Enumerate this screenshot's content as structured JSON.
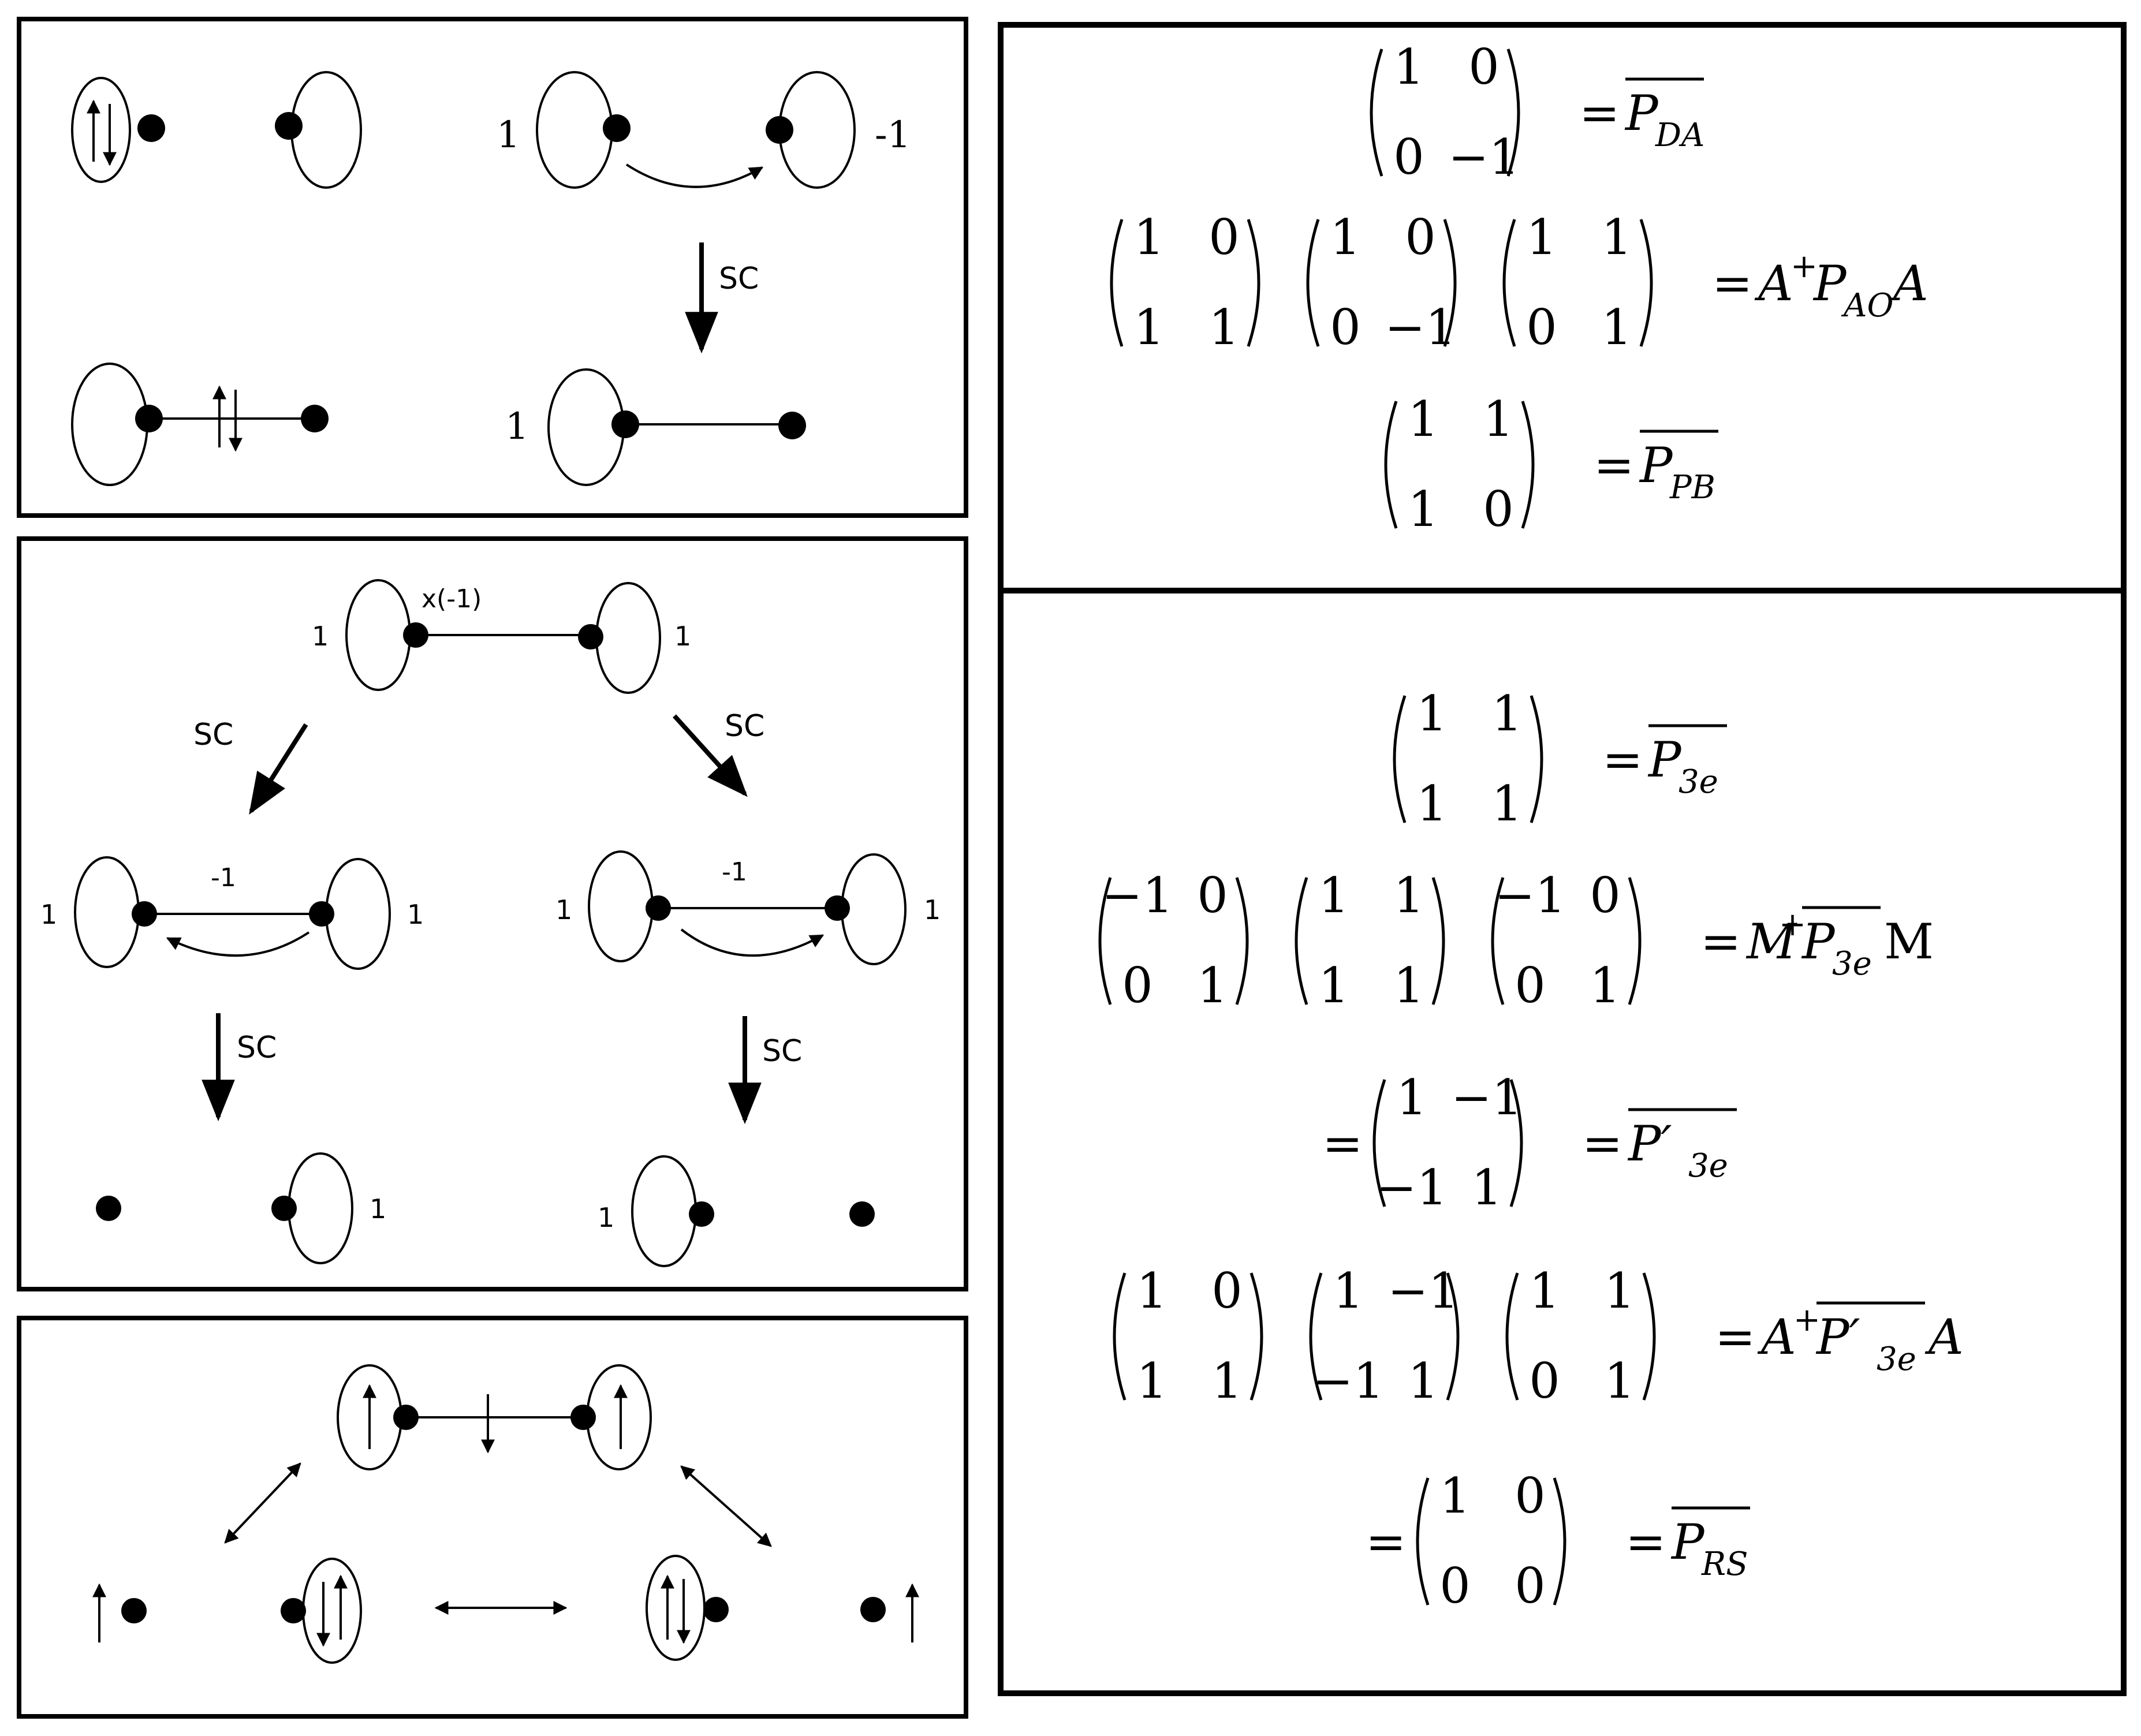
{
  "panel1": {
    "left_charge": "1",
    "right_charge": "-1",
    "arrow_label": "SC",
    "bottom_charge": "1"
  },
  "panel2": {
    "top_left_charge": "1",
    "top_right_charge": "1",
    "top_bond_label": "x(-1)",
    "sc_left": "SC",
    "sc_right": "SC",
    "mid_left": {
      "left_charge": "1",
      "bond": "-1",
      "right_charge": "1"
    },
    "mid_right": {
      "left_charge": "1",
      "bond": "-1",
      "right_charge": "1"
    },
    "sc_down_left": "SC",
    "sc_down_right": "SC",
    "bottom_left_charge": "1",
    "bottom_right_charge": "1"
  },
  "equations_top": {
    "eq1": {
      "matrix": [
        "1",
        "0",
        "0",
        "−1"
      ],
      "symbol": "P",
      "sub": "DA"
    },
    "eq2": {
      "matrices": [
        [
          "1",
          "0",
          "1",
          "1"
        ],
        [
          "1",
          "0",
          "0",
          "−1"
        ],
        [
          "1",
          "1",
          "0",
          "1"
        ]
      ],
      "lhs": "A",
      "sup": "+",
      "symbol": "P",
      "sub": "AO",
      "rhs": "A"
    },
    "eq3": {
      "matrix": [
        "1",
        "1",
        "1",
        "0"
      ],
      "symbol": "P",
      "sub": "PB"
    }
  },
  "equations_bottom": {
    "eq1": {
      "matrix": [
        "1",
        "1",
        "1",
        "1"
      ],
      "symbol": "P",
      "sub": "3e"
    },
    "eq2": {
      "matrices": [
        [
          "−1",
          "0",
          "0",
          "1"
        ],
        [
          "1",
          "1",
          "1",
          "1"
        ],
        [
          "−1",
          "0",
          "0",
          "1"
        ]
      ],
      "lhs": "M",
      "sup": "+",
      "symbol": "P",
      "sub": "3e",
      "rhs": "M"
    },
    "eq3": {
      "prefix": "=",
      "matrix": [
        "1",
        "−1",
        "−1",
        "1"
      ],
      "symbol": "P′",
      "sub": "3e"
    },
    "eq4": {
      "matrices": [
        [
          "1",
          "0",
          "1",
          "1"
        ],
        [
          "1",
          "−1",
          "−1",
          "1"
        ],
        [
          "1",
          "1",
          "0",
          "1"
        ]
      ],
      "lhs": "A",
      "sup": "+",
      "symbol": "P′",
      "sub": "3e",
      "rhs": "A"
    },
    "eq5": {
      "prefix": "=",
      "matrix": [
        "1",
        "0",
        "0",
        "0"
      ],
      "symbol": "P",
      "sub": "RS"
    }
  },
  "equals": "="
}
